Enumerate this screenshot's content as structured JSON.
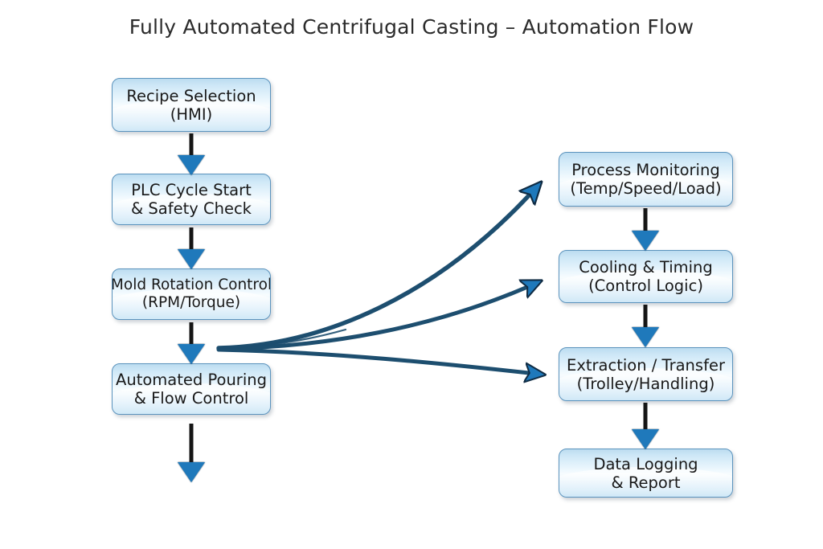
{
  "title": "Fully Automated Centrifugal Casting – Automation Flow",
  "colors": {
    "background": "#ffffff",
    "node_border": "#5b93bd",
    "node_fill_top": "#bcdcf0",
    "node_fill_mid": "#f7fcfe",
    "node_fill_bottom": "#cbe6f6",
    "arrow_head": "#1f79bb",
    "arrow_stem": "#151515",
    "curve_stroke": "#1d4e6f",
    "title_text": "#2b2b2b",
    "node_text": "#191919"
  },
  "left_column": {
    "name": "primary-process-chain",
    "nodes": [
      {
        "id": "recipe-selection",
        "line1": "Recipe Selection",
        "line2": "(HMI)"
      },
      {
        "id": "plc-cycle-start",
        "line1": "PLC Cycle Start",
        "line2": "& Safety Check"
      },
      {
        "id": "mold-rotation",
        "line1": "Mold Rotation Control",
        "line2": "(RPM/Torque)"
      },
      {
        "id": "automated-pouring",
        "line1": "Automated Pouring",
        "line2": "& Flow Control"
      }
    ]
  },
  "right_column": {
    "name": "monitoring-and-output-chain",
    "nodes": [
      {
        "id": "process-monitoring",
        "line1": "Process Monitoring",
        "line2": "(Temp/Speed/Load)"
      },
      {
        "id": "cooling-timing",
        "line1": "Cooling & Timing",
        "line2": "(Control Logic)"
      },
      {
        "id": "extraction-transfer",
        "line1": "Extraction / Transfer",
        "line2": "(Trolley/Handling)"
      },
      {
        "id": "data-logging",
        "line1": "Data Logging",
        "line2": "& Report"
      }
    ]
  },
  "connectors": {
    "vertical": [
      {
        "id": "arrow-recipe-to-plc",
        "from": "recipe-selection",
        "to": "plc-cycle-start"
      },
      {
        "id": "arrow-plc-to-mold",
        "from": "plc-cycle-start",
        "to": "mold-rotation"
      },
      {
        "id": "arrow-mold-to-pouring",
        "from": "mold-rotation",
        "to": "automated-pouring"
      },
      {
        "id": "arrow-pouring-terminal",
        "from": "automated-pouring",
        "to": ""
      },
      {
        "id": "arrow-monitoring-to-cooling",
        "from": "process-monitoring",
        "to": "cooling-timing"
      },
      {
        "id": "arrow-cooling-to-extraction",
        "from": "cooling-timing",
        "to": "extraction-transfer"
      },
      {
        "id": "arrow-extraction-to-logging",
        "from": "extraction-transfer",
        "to": "data-logging"
      }
    ],
    "curved": [
      {
        "id": "curve-to-process-monitoring",
        "from": "mold-rotation",
        "to": "process-monitoring"
      },
      {
        "id": "curve-to-cooling-timing",
        "from": "mold-rotation",
        "to": "cooling-timing"
      },
      {
        "id": "curve-to-extraction-transfer",
        "from": "mold-rotation",
        "to": "extraction-transfer"
      }
    ]
  }
}
